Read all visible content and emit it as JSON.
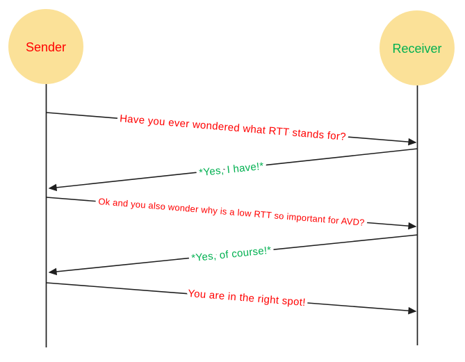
{
  "diagram": {
    "type": "sequence-diagram",
    "background": "#ffffff",
    "line_color": "#1f1f1f",
    "actors": [
      {
        "name": "Sender",
        "text_color": "#ff0000",
        "fill": "#fbe198"
      },
      {
        "name": "Receiver",
        "text_color": "#00b050",
        "fill": "#fbe198"
      }
    ],
    "messages": [
      {
        "text": "Have you ever wondered what RTT stands for?",
        "from": "Sender",
        "to": "Receiver",
        "direction": "right",
        "color": "#ff0000"
      },
      {
        "text": "*Yes, I have!*",
        "from": "Receiver",
        "to": "Sender",
        "direction": "left",
        "color": "#00b050"
      },
      {
        "text": "Ok and you also wonder why is a low RTT so important for AVD?",
        "from": "Sender",
        "to": "Receiver",
        "direction": "right",
        "color": "#ff0000"
      },
      {
        "text": "*Yes, of course!*",
        "from": "Receiver",
        "to": "Sender",
        "direction": "left",
        "color": "#00b050"
      },
      {
        "text": "You are in the right spot!",
        "from": "Sender",
        "to": "Receiver",
        "direction": "right",
        "color": "#ff0000"
      }
    ]
  }
}
